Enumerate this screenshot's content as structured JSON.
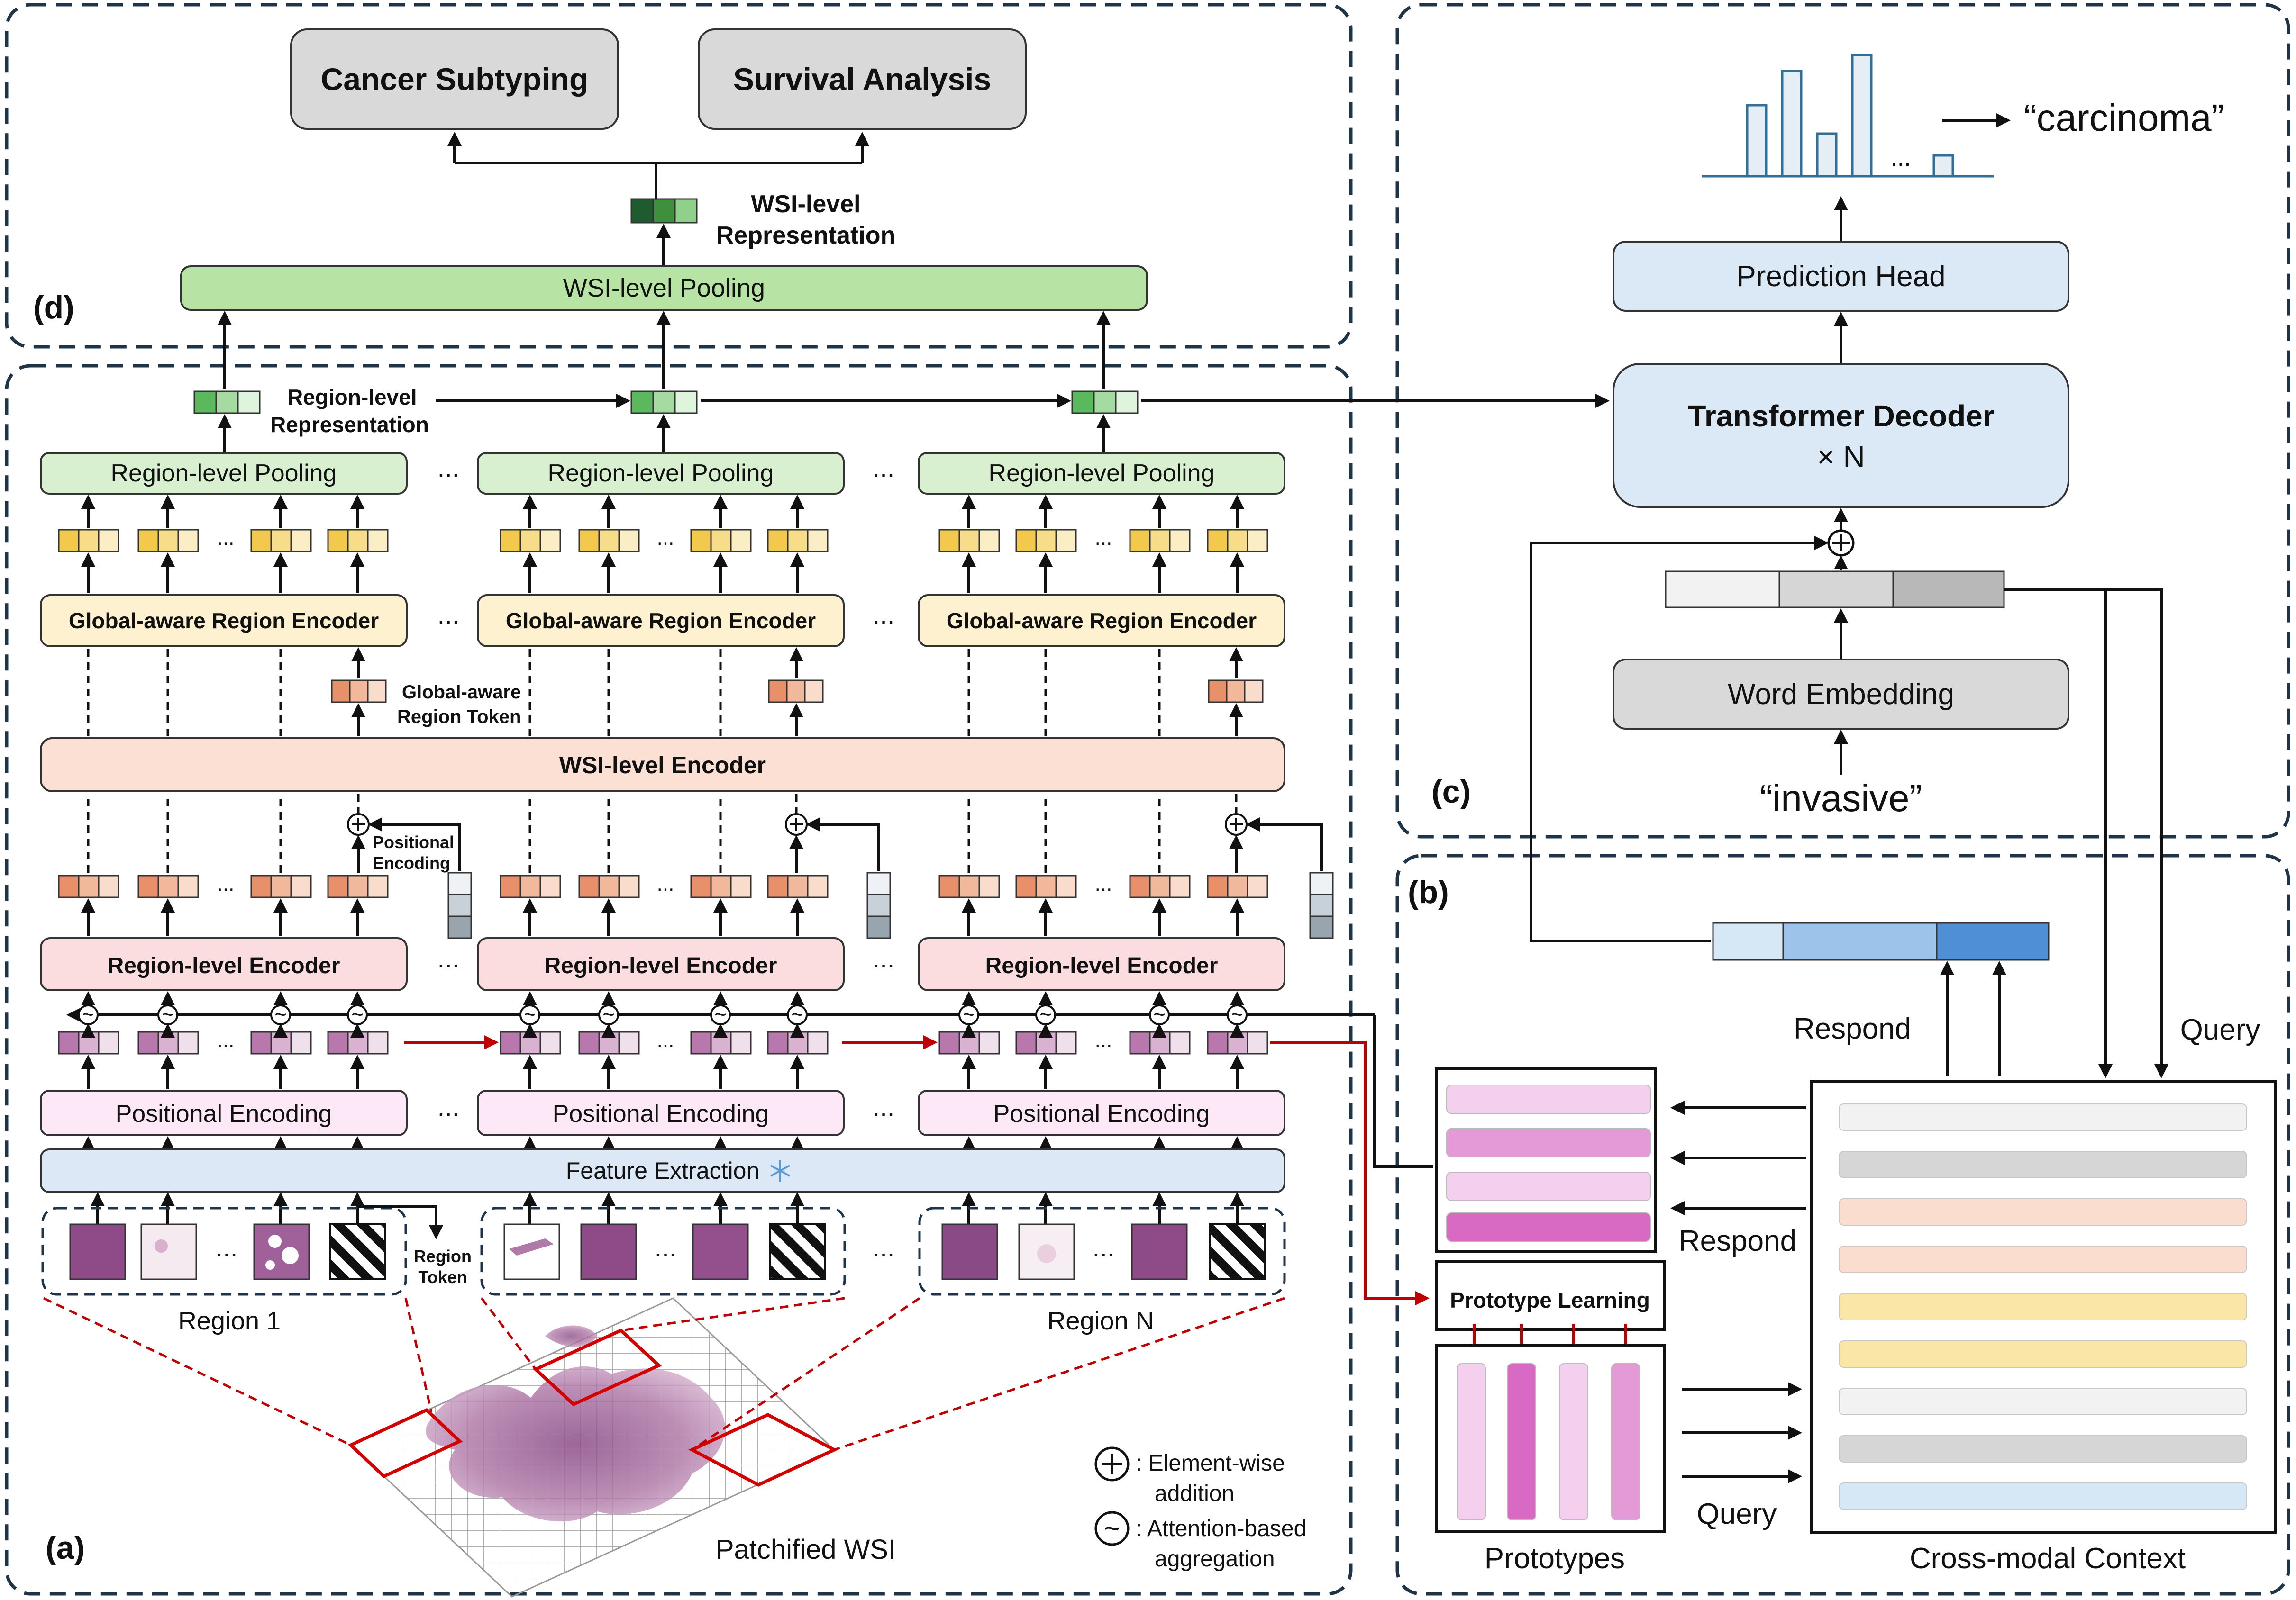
{
  "panels": {
    "a": "(a)",
    "b": "(b)",
    "c": "(c)",
    "d": "(d)"
  },
  "panel_d": {
    "task1": "Cancer Subtyping",
    "task2": "Survival Analysis",
    "wsi_rep_line1": "WSI-level",
    "wsi_rep_line2": "Representation",
    "wsi_pooling": "WSI-level Pooling"
  },
  "panel_a": {
    "region_rep_line1": "Region-level",
    "region_rep_line2": "Representation",
    "region_pooling": "Region-level Pooling",
    "global_encoder": "Global-aware Region Encoder",
    "global_token_line1": "Global-aware",
    "global_token_line2": "Region Token",
    "wsi_encoder": "WSI-level Encoder",
    "pos_enc_line1": "Positional",
    "pos_enc_line2": "Encoding",
    "region_encoder": "Region-level Encoder",
    "positional_encoding": "Positional Encoding",
    "feature_extraction": "Feature Extraction",
    "region_token_line1": "Region",
    "region_token_line2": "Token",
    "region_1": "Region 1",
    "region_n": "Region N",
    "patchified": "Patchified WSI",
    "ellipsis": "...",
    "legend_add_line1": ": Element-wise",
    "legend_add_line2": "addition",
    "legend_attn_line1": ": Attention-based",
    "legend_attn_line2": "aggregation"
  },
  "panel_c": {
    "output_word": "“carcinoma”",
    "prediction_head": "Prediction Head",
    "decoder": "Transformer Decoder",
    "decoder_times": "× N",
    "word_embedding": "Word Embedding",
    "input_word": "“invasive”"
  },
  "panel_b": {
    "respond_top": "Respond",
    "query_top": "Query",
    "respond_mid": "Respond",
    "prototype_learning": "Prototype Learning",
    "query_bottom": "Query",
    "prototypes": "Prototypes",
    "cross_modal": "Cross-modal Context"
  },
  "colors": {
    "green_box": "#b7e3a4",
    "green_token": "#5cb85c",
    "region_pool": "#d8f0d0",
    "global_enc": "#fdf1d0",
    "yellow_token": "#f2c94c",
    "wsi_enc": "#fce0d4",
    "orange_token": "#e8906a",
    "region_enc": "#fbdde0",
    "purple_token": "#b978ad",
    "pos_enc": "#fce8f6",
    "feature": "#dce8f5",
    "blue_box": "#dbe9f7",
    "gray_box": "#d9d9d9",
    "task_box": "#d9d9d9",
    "red_arrow": "#c00000"
  }
}
